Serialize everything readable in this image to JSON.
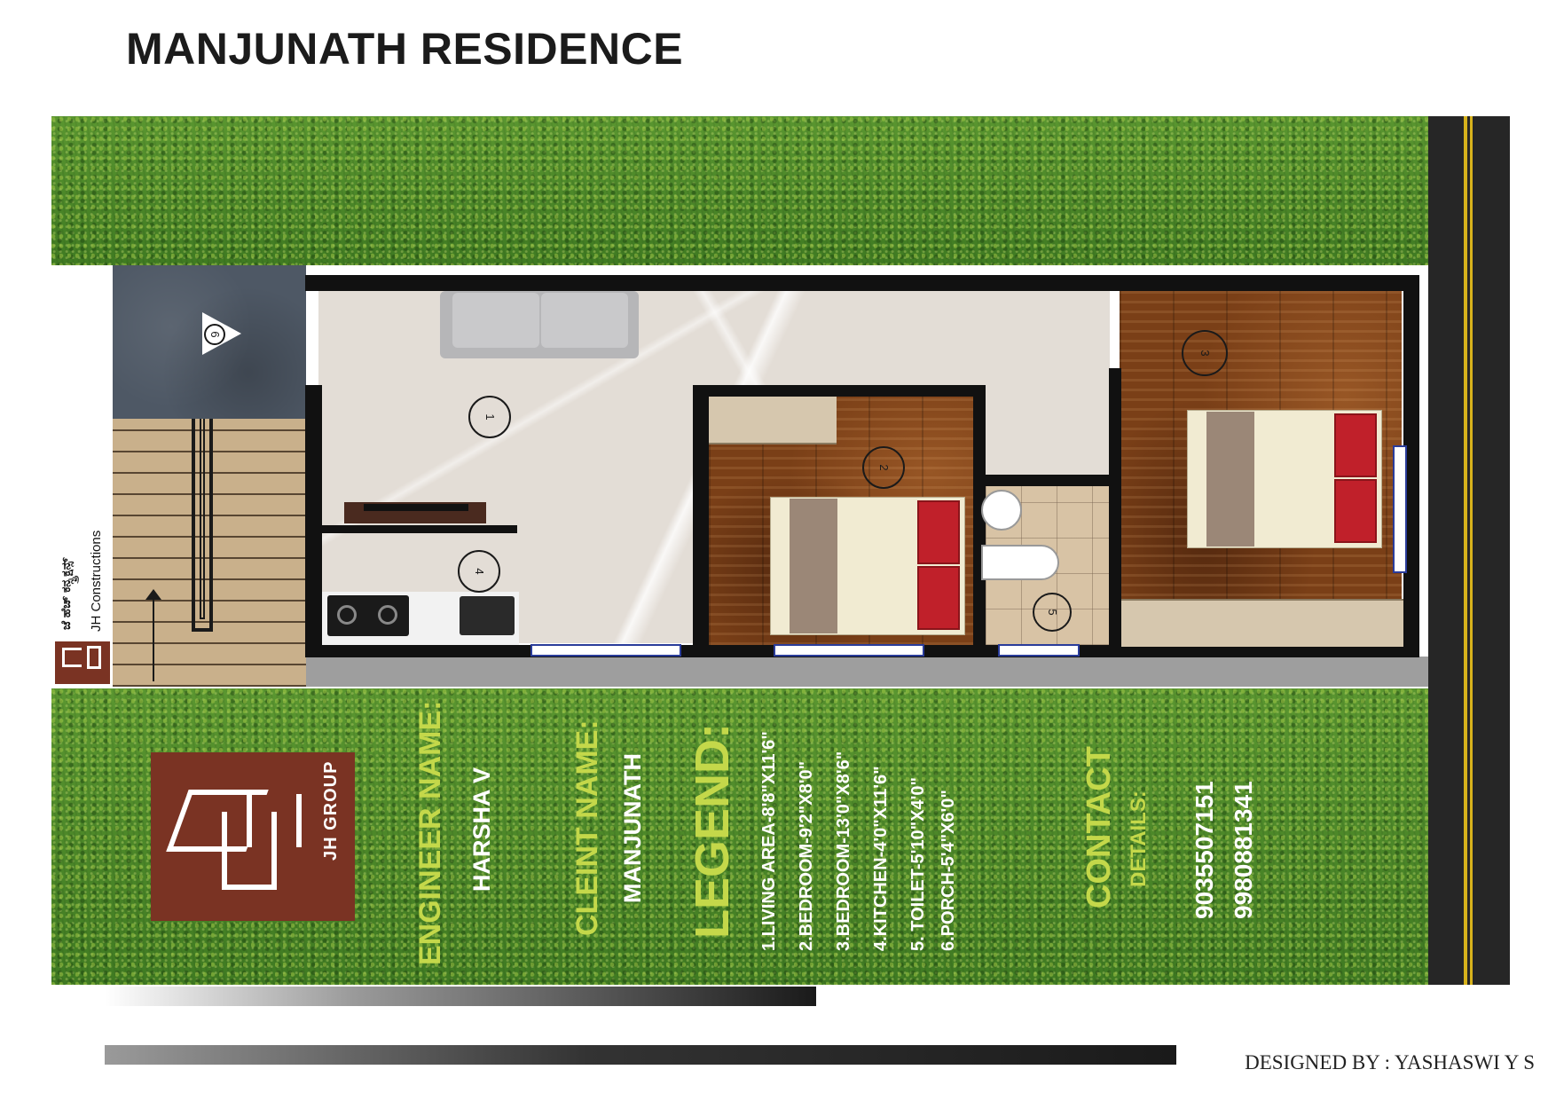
{
  "title": "MANJUNATH RESIDENCE",
  "rooms": [
    {
      "num": "1",
      "name": "LIVING AREA"
    },
    {
      "num": "2",
      "name": "BEDROOM"
    },
    {
      "num": "3",
      "name": "BEDROOM"
    },
    {
      "num": "4",
      "name": "KITCHEN"
    },
    {
      "num": "5",
      "name": "TOILET"
    },
    {
      "num": "6",
      "name": "PORCH"
    }
  ],
  "stair_brand": {
    "kannada": "ಜೆ ಹೆಚ್ ಕನ್ಸ್ಟ್ರಕ್ಷನ್ಸ್",
    "english": "JH Constructions"
  },
  "logo": {
    "text": "JH GROUP"
  },
  "engineer": {
    "label": "ENGINEER NAME:",
    "value": "HARSHA V"
  },
  "client": {
    "label": "CLEINT NAME:",
    "value": "MANJUNATH"
  },
  "legend": {
    "title": "LEGEND:",
    "items": [
      "1.LIVING AREA-8'8\"X11'6\"",
      "2.BEDROOM-9'2\"X8'0\"",
      "3.BEDROOM-13'0\"X8'6\"",
      "4.KITCHEN-4'0\"X11'6\"",
      "5. TOILET-5'10\"X4'0\"",
      "6.PORCH-5'4\"X6'0\""
    ]
  },
  "contact": {
    "label": "CONTACT",
    "sublabel": "DETAILS:",
    "phones": [
      "9035507151",
      "9980881341"
    ]
  },
  "designed_by": "DESIGNED BY : YASHASWI Y S",
  "colors": {
    "grass": "#4e8a2a",
    "road": "#262626",
    "road_line": "#d7b21c",
    "logo_bg": "#7a3323",
    "label_green": "#c4d84a"
  }
}
